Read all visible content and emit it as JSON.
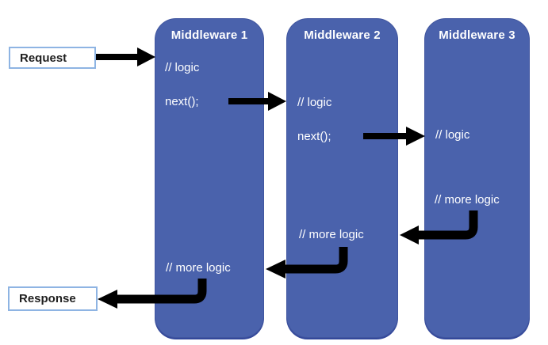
{
  "diagram": {
    "request": {
      "label": "Request"
    },
    "response": {
      "label": "Response"
    },
    "middlewares": [
      {
        "title": "Middleware 1",
        "lines": {
          "logic": "// logic",
          "next": "next();",
          "more": "// more logic"
        }
      },
      {
        "title": "Middleware 2",
        "lines": {
          "logic": "// logic",
          "next": "next();",
          "more": "// more logic"
        }
      },
      {
        "title": "Middleware 3",
        "lines": {
          "logic": "// logic",
          "more": "// more logic"
        }
      }
    ],
    "arrows": [
      {
        "from": "Request",
        "to": "Middleware 1"
      },
      {
        "from": "Middleware 1 next();",
        "to": "Middleware 2"
      },
      {
        "from": "Middleware 2 next();",
        "to": "Middleware 3"
      },
      {
        "from": "Middleware 3 // more logic",
        "to": "Middleware 2"
      },
      {
        "from": "Middleware 2 // more logic",
        "to": "Middleware 1"
      },
      {
        "from": "Middleware 1 // more logic",
        "to": "Response"
      }
    ],
    "colors": {
      "box_fill": "#4a62ac",
      "box_border": "#41569f",
      "io_border": "#8eb4e3",
      "arrow": "#000000",
      "box_text": "#ffffff",
      "io_text": "#1f1f1f",
      "background": "#ffffff"
    }
  }
}
